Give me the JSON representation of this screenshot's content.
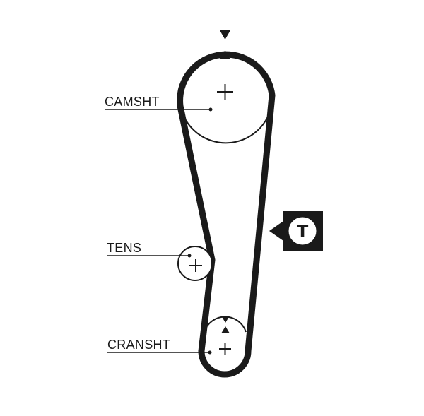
{
  "labels": {
    "camshaft": "CAMSHT",
    "tensioner": "TENS",
    "crankshaft": "CRANSHT"
  },
  "tension_marker": {
    "letter": "T",
    "icon": "tension-point-icon"
  },
  "timing_marks": {
    "icon": "timing-mark-triangle-icon"
  },
  "colors": {
    "belt": "#1a1a1a",
    "background": "#ffffff",
    "badge_fill": "#1a1a1a",
    "badge_text": "#1a1a1a"
  }
}
